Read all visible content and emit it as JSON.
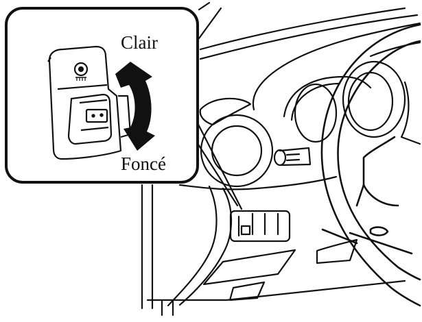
{
  "diagram": {
    "type": "instrument-panel-illustration",
    "subject": "dashboard illumination dimmer control",
    "callout": {
      "labels": {
        "top": "Clair",
        "bottom": "Foncé"
      },
      "control_icon": "dashboard-illumination-icon",
      "arrow": "double-headed-curved-arrow"
    },
    "colors": {
      "line": "#111111",
      "background": "#ffffff"
    }
  }
}
